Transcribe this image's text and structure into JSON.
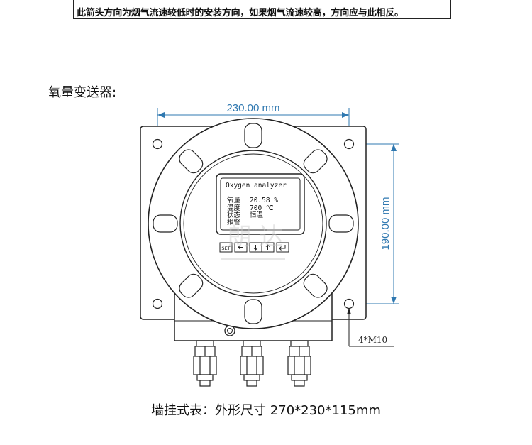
{
  "note": {
    "text": "此箭头方向为烟气流速较低时的安装方向，如果烟气流速较高，方向应与此相反。"
  },
  "section_title": "氧量变送器:",
  "dimensions": {
    "width_label": "230.00 mm",
    "height_label": "190.00 mm",
    "bolt_label": "4*M10"
  },
  "lcd": {
    "title": "Oxygen analyzer",
    "rows": [
      {
        "label": "氧量",
        "value": "20.58 %"
      },
      {
        "label": "温度",
        "value": "700  ℃"
      },
      {
        "label": "状态",
        "value": "恒温"
      },
      {
        "label": "报警",
        "value": ""
      }
    ]
  },
  "keypad": {
    "set_label": "SET",
    "icons": [
      "left-arrow-icon",
      "down-arrow-icon",
      "up-arrow-icon",
      "enter-icon"
    ]
  },
  "watermark": "朗 达",
  "caption": "墙挂式表：外形尺寸 270*230*115mm",
  "colors": {
    "dimension": "#2f78b0",
    "line": "#222222"
  }
}
